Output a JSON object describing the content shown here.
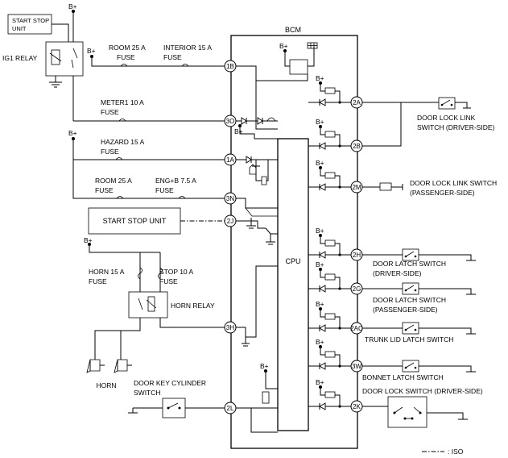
{
  "diagram": {
    "bcm_label": "BCM",
    "cpu_label": "CPU",
    "ig1_relay": "IG1 RELAY",
    "start_stop_unit_small": [
      "START STOP",
      "UNIT"
    ],
    "start_stop_unit": "START STOP UNIT",
    "horn_relay": "HORN RELAY",
    "horn": "HORN",
    "door_key_cylinder_switch": [
      "DOOR KEY CYLINDER",
      "SWITCH"
    ],
    "supply": "B+",
    "fuses": {
      "room_25a_top": [
        "ROOM 25 A",
        "FUSE"
      ],
      "interior_15a": [
        "INTERIOR 15 A",
        "FUSE"
      ],
      "meter1_10a": [
        "METER1 10 A",
        "FUSE"
      ],
      "hazard_15a": [
        "HAZARD 15 A",
        "FUSE"
      ],
      "room_25a_lower": [
        "ROOM 25 A",
        "FUSE"
      ],
      "eng_b_7_5a": [
        "ENG+B 7.5 A",
        "FUSE"
      ],
      "horn_15a": [
        "HORN 15 A",
        "FUSE"
      ],
      "stop_10a": [
        "STOP 10 A",
        "FUSE"
      ]
    },
    "left_terminals": [
      "1B",
      "3O",
      "1A",
      "3N",
      "2J",
      "3H",
      "2L"
    ],
    "right_terminals": [
      "2A",
      "2B",
      "2M",
      "2H",
      "2G",
      "2AC",
      "3W",
      "2K"
    ],
    "switches": {
      "door_lock_link_driver": [
        "DOOR LOCK LINK",
        "SWITCH (DRIVER-SIDE)"
      ],
      "door_lock_link_passenger": [
        "DOOR LOCK LINK SWITCH",
        "(PASSENGER-SIDE)"
      ],
      "door_latch_driver": [
        "DOOR LATCH SWITCH",
        "(DRIVER-SIDE)"
      ],
      "door_latch_passenger": [
        "DOOR LATCH SWITCH",
        "(PASSENGER-SIDE)"
      ],
      "trunk_lid_latch": "TRUNK LID LATCH SWITCH",
      "bonnet_latch": "BONNET LATCH SWITCH",
      "door_lock_driver": "DOOR LOCK SWITCH (DRIVER-SIDE)"
    },
    "legend": ": ISO"
  }
}
